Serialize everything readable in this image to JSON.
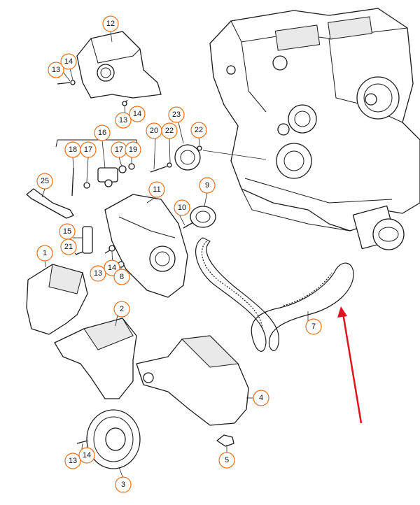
{
  "colors": {
    "callout_ring": "#e8731e",
    "pointer_arrow": "#e0141e",
    "line_art": "#1a1a1a",
    "background": "#ffffff"
  },
  "callouts": [
    {
      "id": "c12",
      "part": "upper-timing-cover",
      "label": "12"
    },
    {
      "id": "c13a",
      "part": "bolt",
      "label": "13"
    },
    {
      "id": "c14a",
      "part": "washer",
      "label": "14"
    },
    {
      "id": "c13b",
      "part": "bolt",
      "label": "13"
    },
    {
      "id": "c14b",
      "part": "washer",
      "label": "14"
    },
    {
      "id": "c23",
      "part": "tensioner-roller",
      "label": "23"
    },
    {
      "id": "c20",
      "part": "bolt",
      "label": "20"
    },
    {
      "id": "c22a",
      "part": "washer",
      "label": "22"
    },
    {
      "id": "c22b",
      "part": "washer",
      "label": "22"
    },
    {
      "id": "c16",
      "part": "tensioner-assembly",
      "label": "16"
    },
    {
      "id": "c18",
      "part": "bolt",
      "label": "18"
    },
    {
      "id": "c17a",
      "part": "washer",
      "label": "17"
    },
    {
      "id": "c17b",
      "part": "washer",
      "label": "17"
    },
    {
      "id": "c19",
      "part": "nut",
      "label": "19"
    },
    {
      "id": "c25",
      "part": "bracket",
      "label": "25"
    },
    {
      "id": "c11",
      "part": "rear-timing-cover",
      "label": "11"
    },
    {
      "id": "c9",
      "part": "idler-pulley",
      "label": "9"
    },
    {
      "id": "c10",
      "part": "bolt",
      "label": "10"
    },
    {
      "id": "c15",
      "part": "sensor",
      "label": "15"
    },
    {
      "id": "c21",
      "part": "bolt",
      "label": "21"
    },
    {
      "id": "c13c",
      "part": "bolt",
      "label": "13"
    },
    {
      "id": "c14c",
      "part": "washer",
      "label": "14"
    },
    {
      "id": "c8",
      "part": "nut",
      "label": "8"
    },
    {
      "id": "c1",
      "part": "left-cover",
      "label": "1"
    },
    {
      "id": "c2",
      "part": "middle-cover",
      "label": "2"
    },
    {
      "id": "c7",
      "part": "timing-belt",
      "label": "7"
    },
    {
      "id": "c4",
      "part": "lower-timing-cover",
      "label": "4"
    },
    {
      "id": "c5",
      "part": "clip",
      "label": "5"
    },
    {
      "id": "c13d",
      "part": "bolt",
      "label": "13"
    },
    {
      "id": "c14d",
      "part": "washer",
      "label": "14"
    },
    {
      "id": "c3",
      "part": "crank-pulley-plate",
      "label": "3"
    }
  ]
}
